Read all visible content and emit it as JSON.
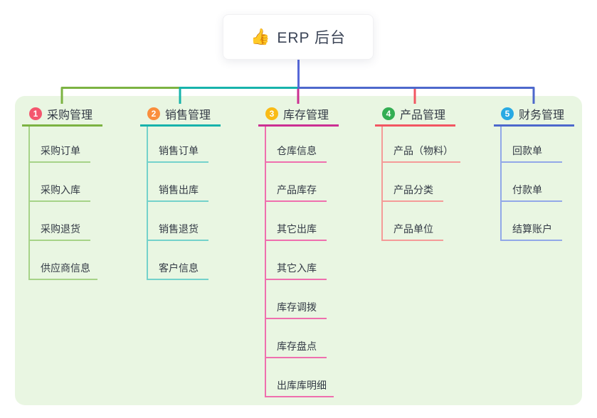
{
  "root": {
    "icon": "👍",
    "label": "ERP 后台"
  },
  "branches": [
    {
      "index": "1",
      "label": "采购管理",
      "badge_color": "#f4566e",
      "line_color": "#7cb342",
      "child_line_color": "#a6d388",
      "children": [
        "采购订单",
        "采购入库",
        "采购退货",
        "供应商信息"
      ]
    },
    {
      "index": "2",
      "label": "销售管理",
      "badge_color": "#fa8e3d",
      "line_color": "#17b3ab",
      "child_line_color": "#74d2cb",
      "children": [
        "销售订单",
        "销售出库",
        "销售退货",
        "客户信息"
      ]
    },
    {
      "index": "3",
      "label": "库存管理",
      "badge_color": "#f9bb16",
      "line_color": "#cb3093",
      "child_line_color": "#ef6fae",
      "children": [
        "仓库信息",
        "产品库存",
        "其它出库",
        "其它入库",
        "库存调拨",
        "库存盘点",
        "出库库明细"
      ]
    },
    {
      "index": "4",
      "label": "产品管理",
      "badge_color": "#33ae53",
      "line_color": "#f25662",
      "child_line_color": "#f59b98",
      "children": [
        "产品（物料）",
        "产品分类",
        "产品单位"
      ]
    },
    {
      "index": "5",
      "label": "财务管理",
      "badge_color": "#29aae3",
      "line_color": "#4d68cc",
      "child_line_color": "#92a8e8",
      "children": [
        "回款单",
        "付款单",
        "结算账户"
      ]
    }
  ],
  "colors": {
    "panel_bg": "#e9f6e2",
    "root_connector": "#5668d8",
    "heading_text": "#333a45",
    "child_text": "#333a45"
  }
}
